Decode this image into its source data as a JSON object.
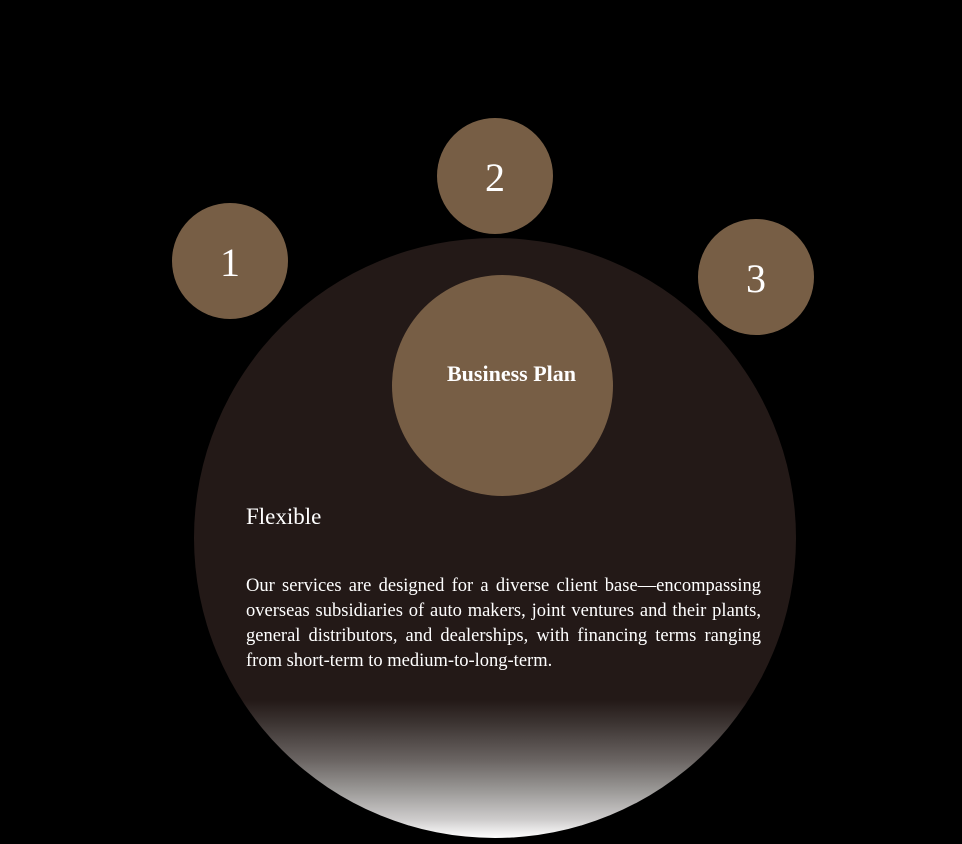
{
  "diagram": {
    "steps": [
      {
        "label": "1"
      },
      {
        "label": "2"
      },
      {
        "label": "3"
      }
    ],
    "center": {
      "title": "Business Plan"
    },
    "panel": {
      "heading": "Flexible",
      "body": "Our services are designed for a diverse client base—encompassing overseas subsidiaries of auto makers, joint ventures and their plants, general distributors, and dealerships, with financing terms ranging from short-term to medium-to-long-term."
    }
  },
  "colors": {
    "background": "#000000",
    "panel": "#231917",
    "node": "#775e45",
    "text": "#ffffff"
  }
}
